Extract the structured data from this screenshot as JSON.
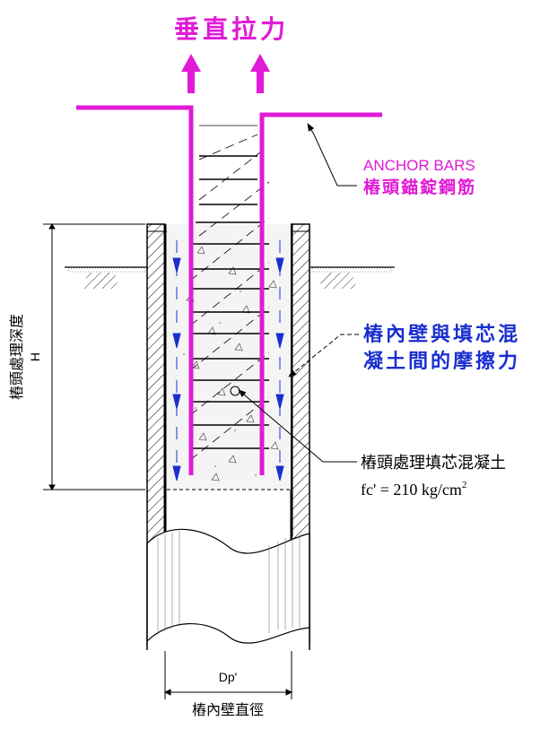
{
  "title": "垂直拉力",
  "anchor": {
    "label_en": "ANCHOR BARS",
    "label_zh": "樁頭錨錠鋼筋"
  },
  "friction": {
    "line1": "樁內壁與填芯混",
    "line2": "凝土間的摩擦力"
  },
  "core_concrete": {
    "label": "樁頭處理填芯混凝土",
    "fc_prefix": "fc' = 210 kg/cm",
    "fc_sup": "2"
  },
  "depth": {
    "label": "樁頭處理深度",
    "symbol": "H"
  },
  "diameter": {
    "symbol": "Dp'",
    "label": "樁內壁直徑"
  },
  "colors": {
    "magenta": "#e01ad6",
    "blue": "#1a2fd0",
    "line": "#000000"
  }
}
